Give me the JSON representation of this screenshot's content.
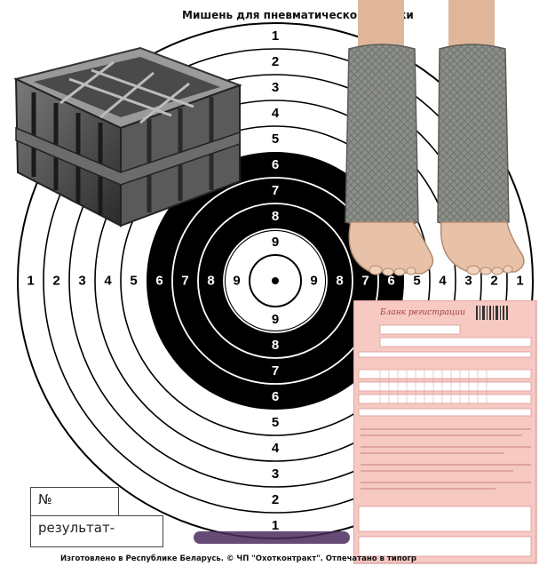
{
  "target": {
    "title": "Мишень для пневматического оружи",
    "ring_labels": [
      "1",
      "2",
      "3",
      "4",
      "5",
      "6",
      "7",
      "8",
      "9"
    ],
    "box_number_label": "№",
    "box_result_label": "результат-",
    "footer": "Изготовлено в Республике Беларусь. © ЧП \"Охотконтракт\". Отпечатано в типогр",
    "colors": {
      "black": "#000000",
      "white": "#ffffff",
      "paper": "#ffffff"
    }
  },
  "collage": {
    "crate_icon": "plastic-bottle-crate",
    "legs_icon": "bare-feet-in-knit-leg-warmers",
    "form_icon": "pink-exam-answer-form",
    "form_title": "Бланк регистрации",
    "form_color": "#f6c9c2"
  }
}
